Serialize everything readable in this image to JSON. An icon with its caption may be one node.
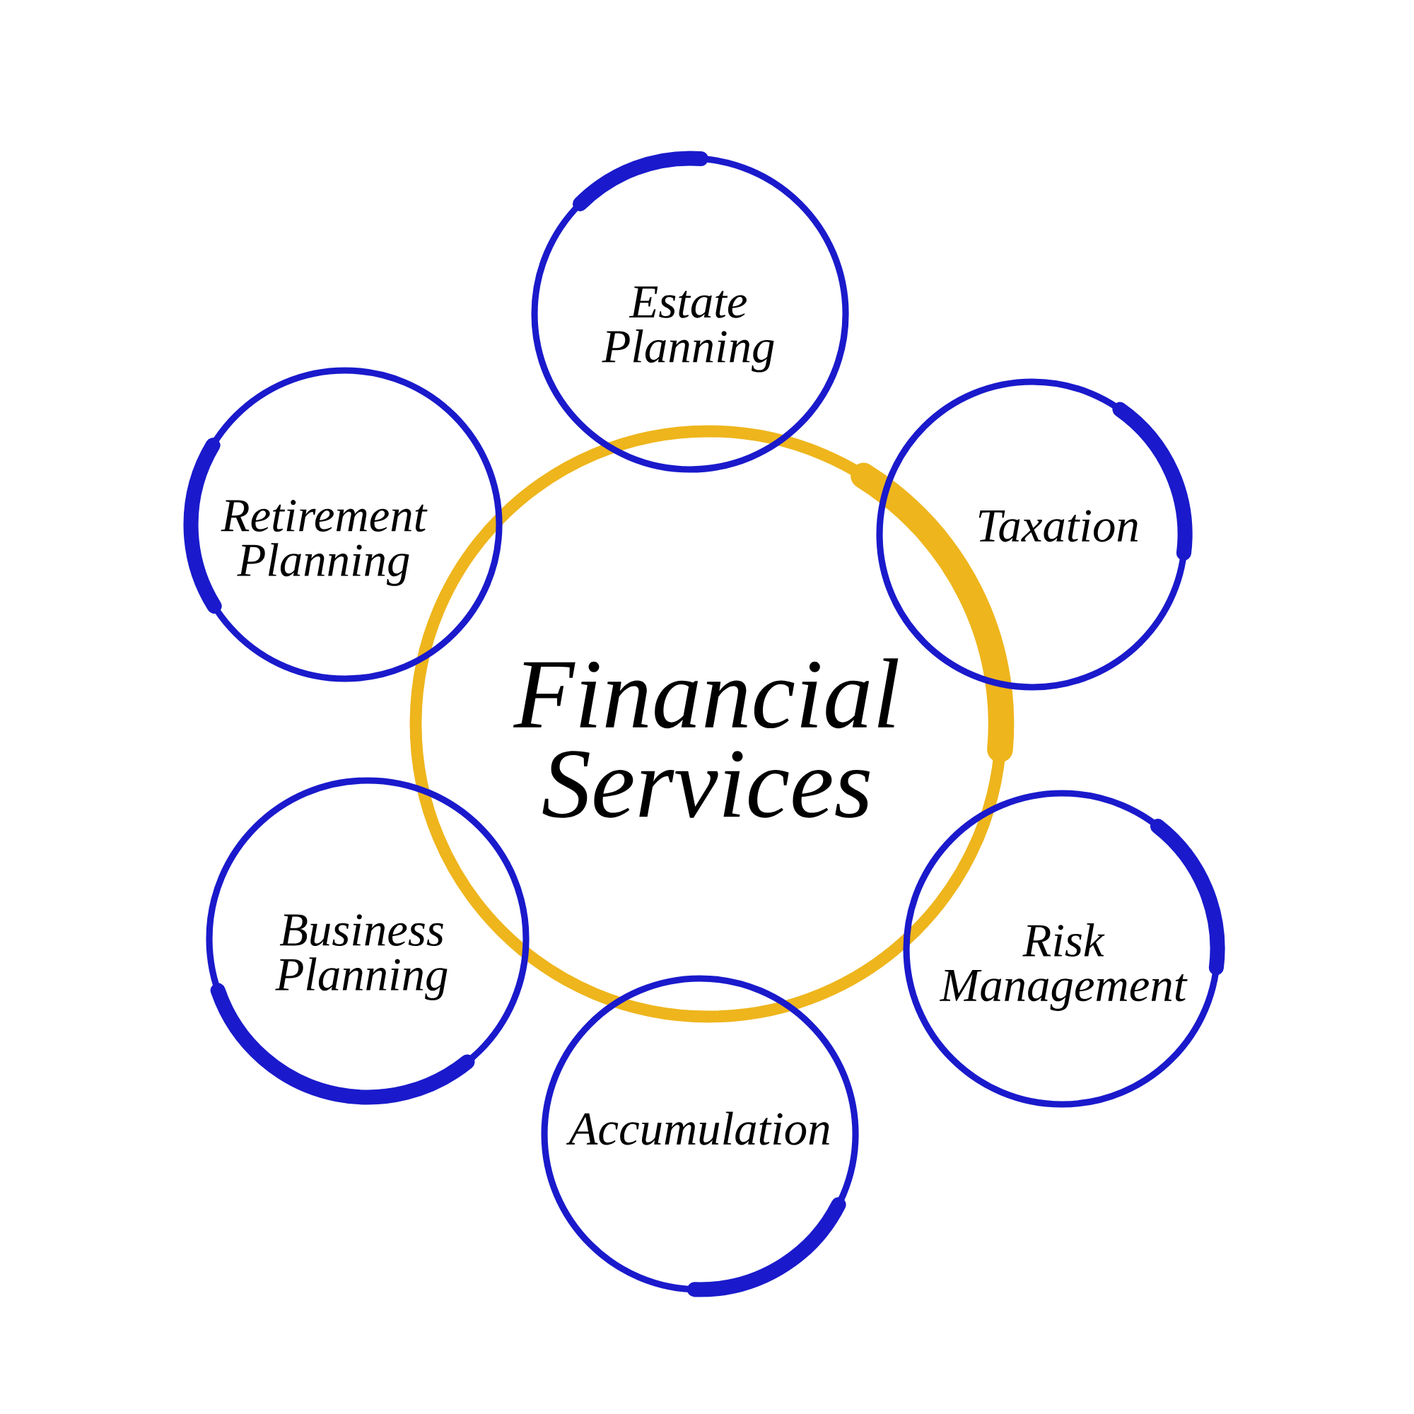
{
  "diagram": {
    "nodes": [
      {
        "text": [
          "Financial Services"
        ]
      },
      {
        "text": [
          "Estate Planning"
        ]
      },
      {
        "text": [
          "Taxation"
        ]
      },
      {
        "text": [
          "Risk Management"
        ]
      },
      {
        "text": [
          "Accumulation"
        ]
      },
      {
        "text": [
          "Business Planning"
        ]
      },
      {
        "text": [
          "Retirement Planning"
        ]
      }
    ]
  }
}
